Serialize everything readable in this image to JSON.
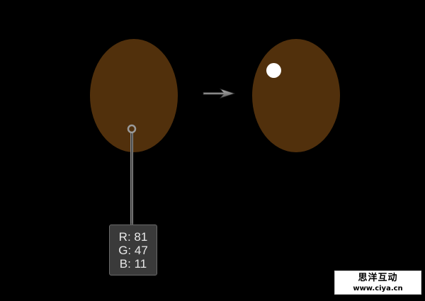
{
  "colors": {
    "background": "#000000",
    "iris_brown": "#51300c",
    "highlight_white": "#ffffff",
    "readout_bg": "#3a3a3a",
    "arrow_gray": "#8a8a8a"
  },
  "sample_color": {
    "r_label": "R: 81",
    "g_label": "G: 47",
    "b_label": "B: 11"
  },
  "icons": {
    "step_arrow": "right-arrow-icon",
    "picker": "color-picker-ring-icon"
  },
  "watermark": {
    "brand": "思洋互动",
    "url": "www.ciya.cn"
  }
}
